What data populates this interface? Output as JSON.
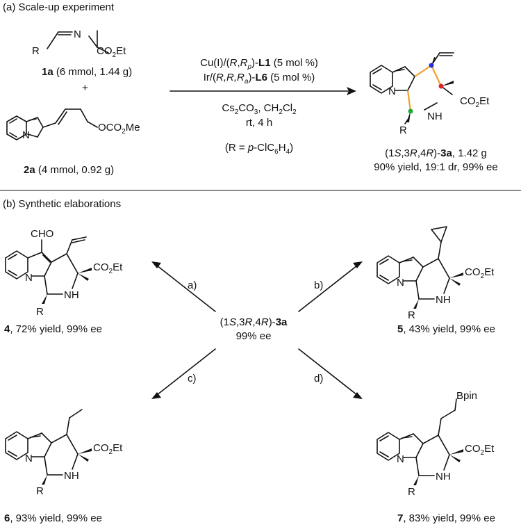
{
  "panel_a": {
    "heading": "(a) Scale-up experiment",
    "reagent1_id": "1a",
    "reagent1_amount": " (6 mmol, 1.44 g)",
    "plus": "+",
    "reagent2_id": "2a",
    "reagent2_amount": " (4 mmol, 0.92 g)",
    "cond1_prefix": "Cu(I)/(",
    "cond1_chir": "R",
    "cond1_comma": ",",
    "cond1_chir2": "R",
    "cond1_sub": "p",
    "cond1_mid": ")-",
    "cond1_ligand": "L1",
    "cond1_load": " (5 mol %)",
    "cond2_prefix": "Ir/(",
    "cond2_chir": "R,R,R",
    "cond2_sub": "a",
    "cond2_mid": ")-",
    "cond2_ligand": "L6",
    "cond2_load": " (5 mol %)",
    "cond3": "Cs2CO3, CH2Cl2",
    "cond4": "rt, 4 h",
    "cond5_prefix": "(R = ",
    "cond5_p": "p",
    "cond5_suffix": "-ClC6H4)",
    "product_stereo": "(1S,3R,4R)-",
    "product_id": "3a",
    "product_mass": ", 1.42 g",
    "product_stats": "90% yield, 19:1 dr, 99% ee"
  },
  "panel_b": {
    "heading": "(b) Synthetic elaborations",
    "center_stereo": "(1S,3R,4R)-",
    "center_id": "3a",
    "center_ee": "99% ee",
    "steps": [
      "a)",
      "b)",
      "c)",
      "d)"
    ],
    "p4_id": "4",
    "p4_text": ", 72% yield, 99% ee",
    "p5_id": "5",
    "p5_text": ", 43% yield, 99% ee",
    "p6_id": "6",
    "p6_text": ", 93% yield, 99% ee",
    "p7_id": "7",
    "p7_text": ", 83% yield, 99% ee"
  },
  "atoms": {
    "R": "R",
    "N": "N",
    "NH": "NH",
    "CO2Et": "CO2Et",
    "OCO2Me": "OCO2Me",
    "CHO": "CHO",
    "Bpin": "Bpin"
  },
  "colors": {
    "stereo_blue": "#2233dd",
    "stereo_red": "#dd2222",
    "stereo_green": "#22aa33",
    "bond_orange": "#f0a030"
  }
}
